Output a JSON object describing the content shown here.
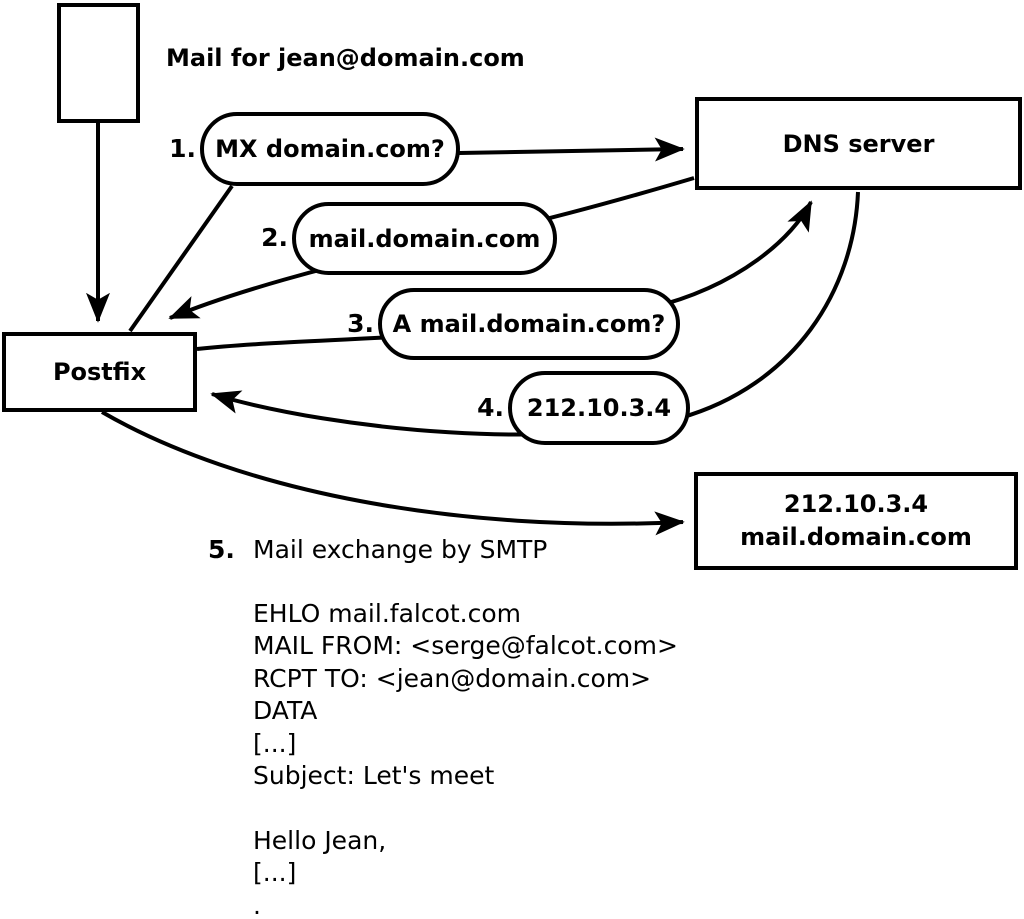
{
  "colors": {
    "ink": "#000000",
    "paper": "#ffffff"
  },
  "title": {
    "text": "Mail for jean@domain.com"
  },
  "nodes": {
    "postfix": {
      "label": "Postfix"
    },
    "dns": {
      "label": "DNS server"
    },
    "mailhost": {
      "line1": "212.10.3.4",
      "line2": "mail.domain.com"
    }
  },
  "steps": [
    {
      "num": "1.",
      "label": "MX domain.com?"
    },
    {
      "num": "2.",
      "label": "mail.domain.com"
    },
    {
      "num": "3.",
      "label": "A mail.domain.com?"
    },
    {
      "num": "4.",
      "label": "212.10.3.4"
    },
    {
      "num": "5.",
      "label": "Mail exchange by SMTP"
    }
  ],
  "smtp_session": {
    "lines": [
      "EHLO mail.falcot.com",
      "MAIL FROM: <serge@falcot.com>",
      "RCPT TO: <jean@domain.com>",
      "DATA",
      "[...]",
      "Subject: Let's meet",
      "",
      "Hello Jean,",
      "[...]",
      "."
    ]
  }
}
